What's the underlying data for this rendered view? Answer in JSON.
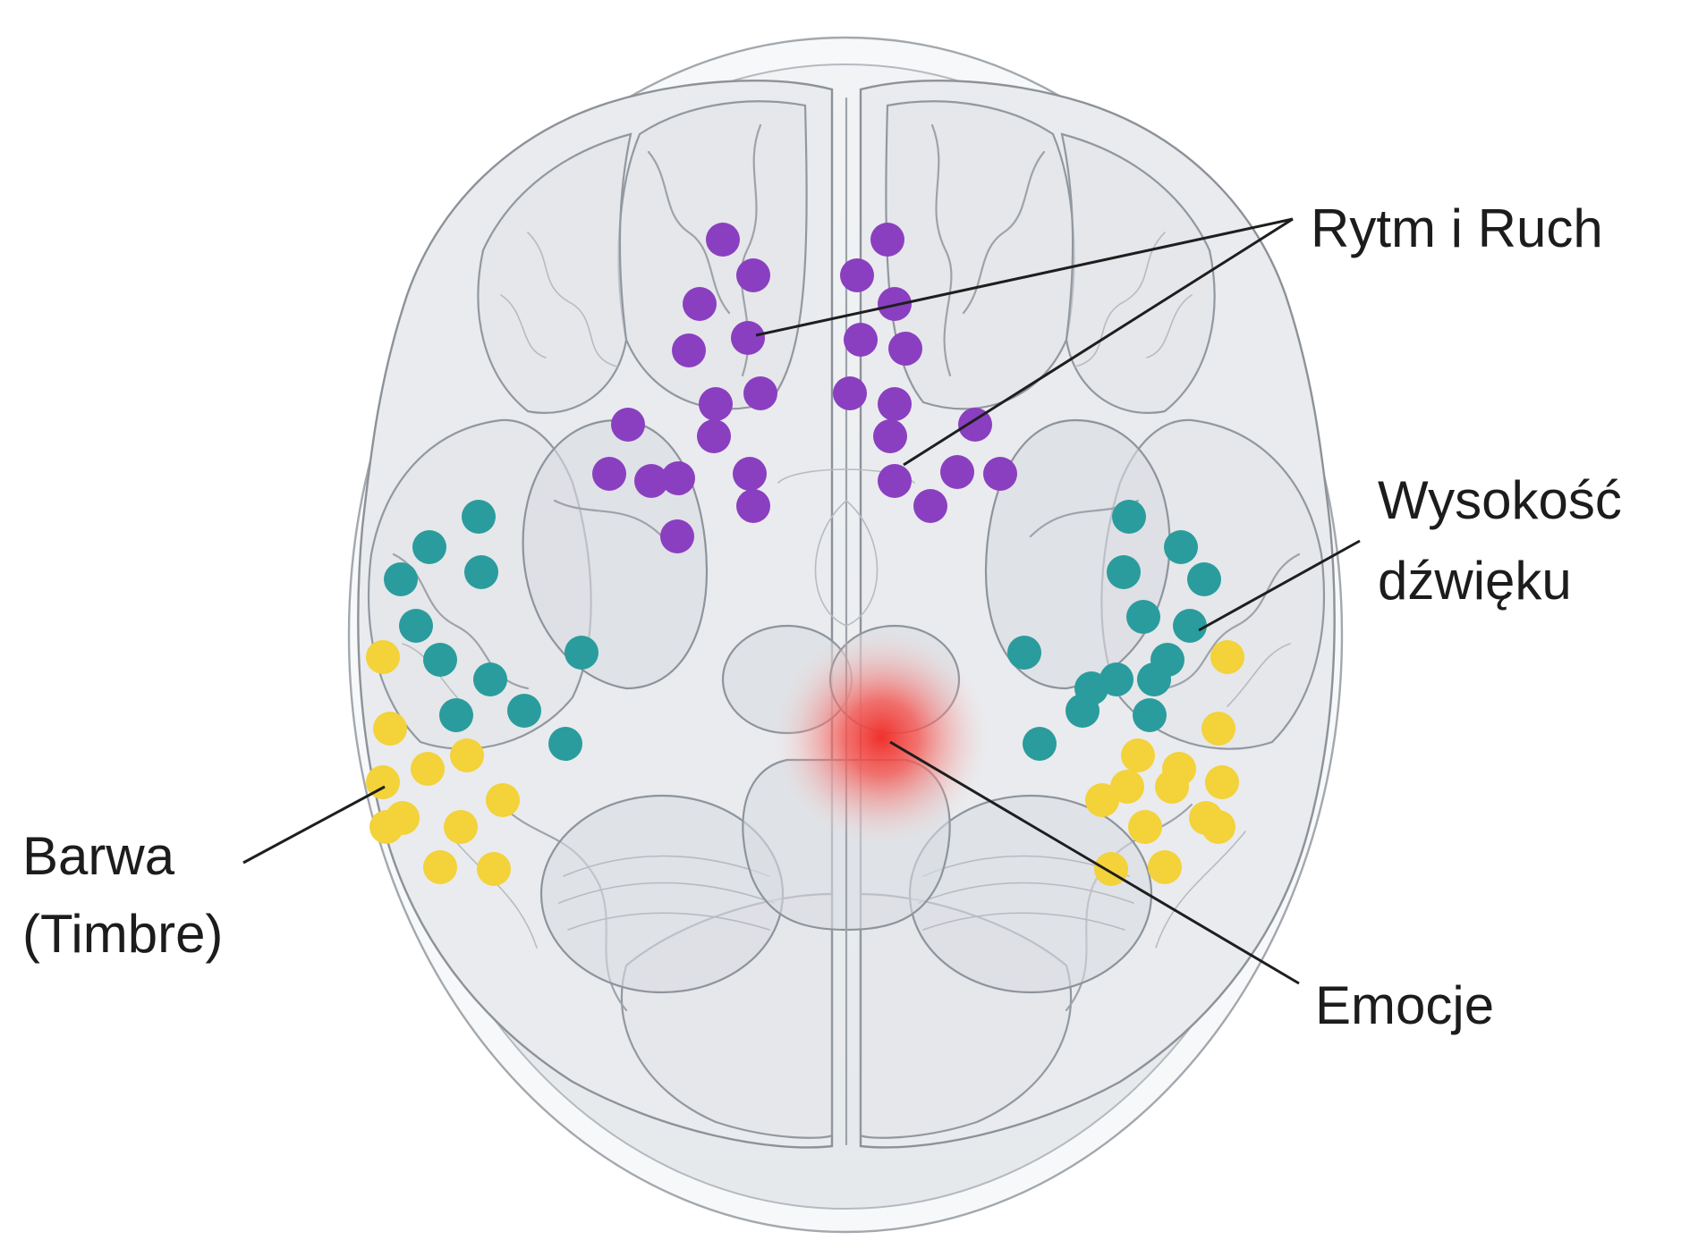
{
  "labels": {
    "rhythm": "Rytm i Ruch",
    "pitch_line1": "Wysokość",
    "pitch_line2": "dźwięku",
    "timbre_line1": "Barwa",
    "timbre_line2": "(Timbre)",
    "emotion": "Emocje"
  },
  "colors": {
    "rhythm": "#8a3fc0",
    "pitch": "#2a9c9d",
    "timbre": "#f3d23a",
    "emotion": "#f2463f"
  },
  "regions": [
    {
      "name": "rhythm",
      "label": "Rytm i Ruch",
      "color": "#8a3fc0",
      "dot_count": 28
    },
    {
      "name": "pitch",
      "label": "Wysokość dźwięku",
      "color": "#2a9c9d",
      "dot_count": 26
    },
    {
      "name": "timbre",
      "label": "Barwa (Timbre)",
      "color": "#f3d23a",
      "dot_count": 26
    },
    {
      "name": "emotion",
      "label": "Emocje",
      "color": "#f2463f"
    }
  ]
}
